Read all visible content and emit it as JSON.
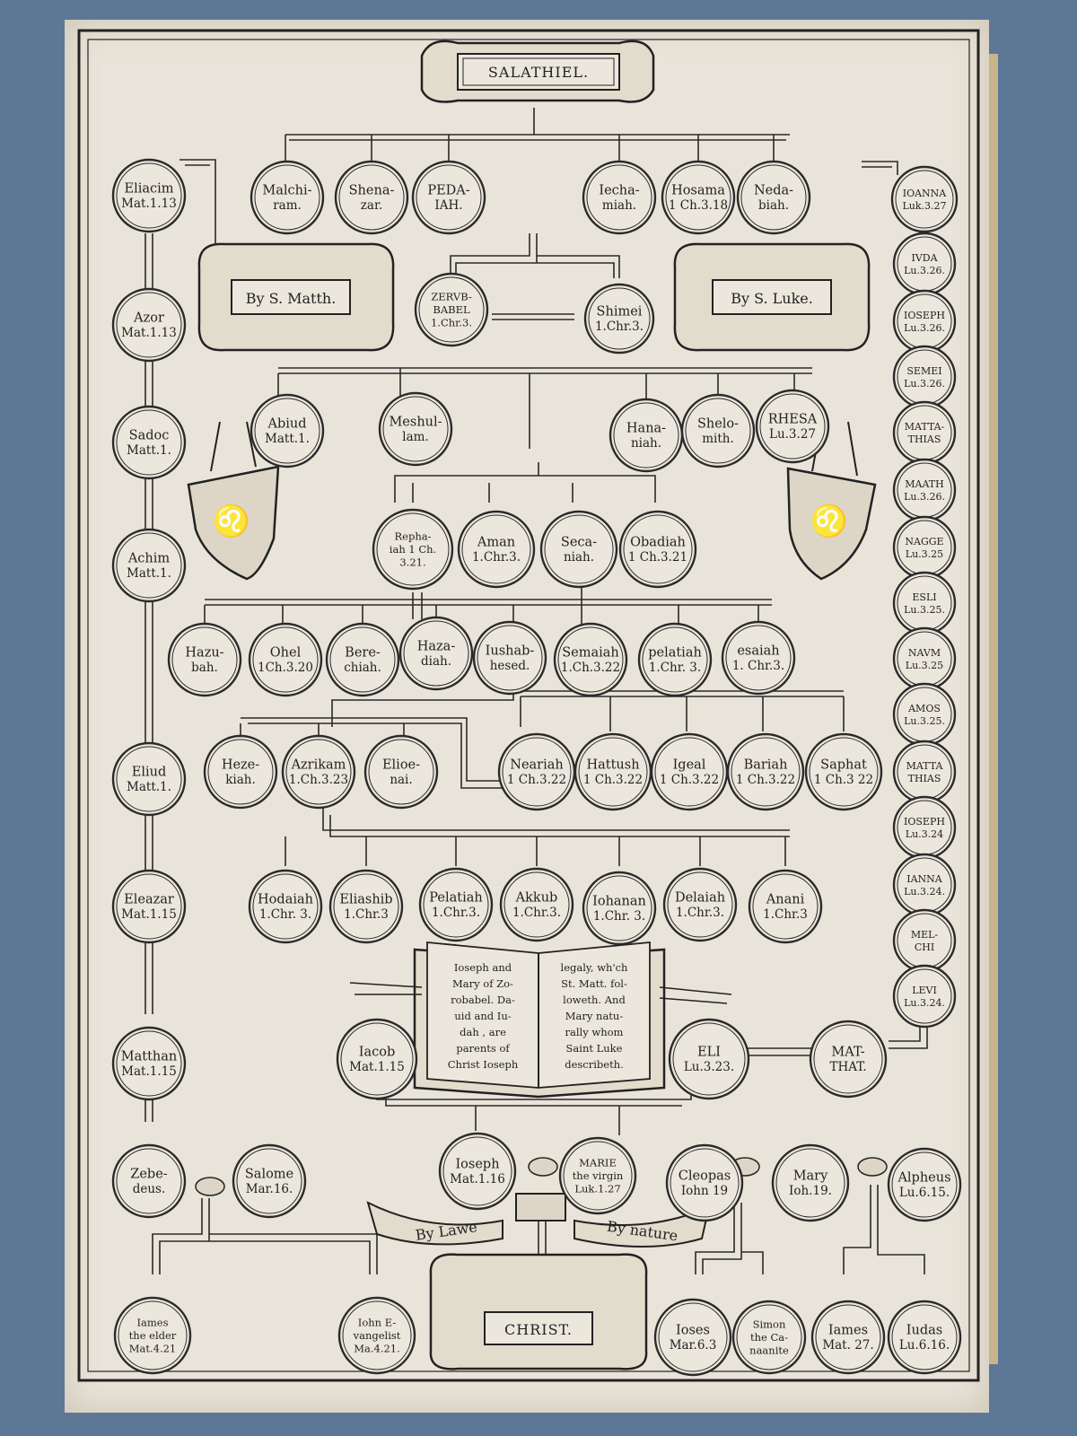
{
  "colors": {
    "background": "#5d7796",
    "paper": "#e9e4d9",
    "ink": "#222222"
  },
  "title_cartouche": "SALATHIEL.",
  "christ_cartouche": "CHRIST.",
  "cartouches": {
    "matthew": "By S. Matth.",
    "luke": "By S. Luke."
  },
  "banner": {
    "left": "By Lawe",
    "right": "By nature"
  },
  "book": {
    "left_page": [
      "Ioseph and",
      "Mary of Zo-",
      "robabel. Da-",
      "uid and Iu-",
      "dah , are",
      "parents of",
      "Christ Ioseph"
    ],
    "right_page": [
      "legaly, wh'ch",
      "St. Matt. fol-",
      "loweth. And",
      "Mary natu-",
      "rally whom",
      "Saint Luke",
      "describeth."
    ]
  },
  "nodes": [
    {
      "id": "eliacim",
      "lines": [
        "Eliacim",
        "Mat.1.13"
      ]
    },
    {
      "id": "malchiram",
      "lines": [
        "Malchi-",
        "ram."
      ]
    },
    {
      "id": "shenazar",
      "lines": [
        "Shena-",
        "zar."
      ]
    },
    {
      "id": "pedaiah",
      "lines": [
        "PEDA-",
        "IAH."
      ]
    },
    {
      "id": "iechamiah",
      "lines": [
        "Iecha-",
        "miah."
      ]
    },
    {
      "id": "hosama",
      "lines": [
        "Hosama",
        "1 Ch.3.18"
      ]
    },
    {
      "id": "nedabiah",
      "lines": [
        "Neda-",
        "biah."
      ]
    },
    {
      "id": "ioanna",
      "lines": [
        "IOANNA",
        "Luk.3.27"
      ]
    },
    {
      "id": "iuda",
      "lines": [
        "IVDA",
        "Lu.3.26."
      ]
    },
    {
      "id": "azor",
      "lines": [
        "Azor",
        "Mat.1.13"
      ]
    },
    {
      "id": "zerubbabel",
      "lines": [
        "ZERVB-",
        "BABEL",
        "1.Chr.3."
      ]
    },
    {
      "id": "shimei",
      "lines": [
        "Shimei",
        "1.Chr.3."
      ]
    },
    {
      "id": "ioseph_lu",
      "lines": [
        "IOSEPH",
        "Lu.3.26."
      ]
    },
    {
      "id": "semei",
      "lines": [
        "SEMEI",
        "Lu.3.26."
      ]
    },
    {
      "id": "sadoc",
      "lines": [
        "Sadoc",
        "Matt.1."
      ]
    },
    {
      "id": "abiud",
      "lines": [
        "Abiud",
        "Matt.1."
      ]
    },
    {
      "id": "meshullam",
      "lines": [
        "Meshul-",
        "lam."
      ]
    },
    {
      "id": "hananiah",
      "lines": [
        "Hana-",
        "niah."
      ]
    },
    {
      "id": "shelomith",
      "lines": [
        "Shelo-",
        "mith."
      ]
    },
    {
      "id": "rhesa",
      "lines": [
        "RHESA",
        "Lu.3.27"
      ]
    },
    {
      "id": "mattathias_1",
      "lines": [
        "MATTA-",
        "THIAS"
      ]
    },
    {
      "id": "maath",
      "lines": [
        "MAATH",
        "Lu.3.26."
      ]
    },
    {
      "id": "rephaiah",
      "lines": [
        "Repha-",
        "iah 1 Ch.",
        "3.21."
      ]
    },
    {
      "id": "aman",
      "lines": [
        "Aman",
        "1.Chr.3."
      ]
    },
    {
      "id": "secaniah",
      "lines": [
        "Seca-",
        "niah."
      ]
    },
    {
      "id": "obadiah",
      "lines": [
        "Obadiah",
        "1 Ch.3.21"
      ]
    },
    {
      "id": "achim",
      "lines": [
        "Achim",
        "Matt.1."
      ]
    },
    {
      "id": "nagge",
      "lines": [
        "NAGGE",
        "Lu.3.25"
      ]
    },
    {
      "id": "esli",
      "lines": [
        "ESLI",
        "Lu.3.25."
      ]
    },
    {
      "id": "hazubah",
      "lines": [
        "Hazu-",
        "bah."
      ]
    },
    {
      "id": "ohel",
      "lines": [
        "Ohel",
        "1Ch.3.20"
      ]
    },
    {
      "id": "berechiah",
      "lines": [
        "Bere-",
        "chiah."
      ]
    },
    {
      "id": "hazadiah",
      "lines": [
        "Haza-",
        "diah."
      ]
    },
    {
      "id": "iushabhesed",
      "lines": [
        "Iushab-",
        "hesed."
      ]
    },
    {
      "id": "semaiah",
      "lines": [
        "Semaiah",
        "1.Ch.3.22"
      ]
    },
    {
      "id": "pelatiah_1",
      "lines": [
        "pelatiah",
        "1.Chr. 3."
      ]
    },
    {
      "id": "esaiah",
      "lines": [
        "esaiah",
        "1. Chr.3."
      ]
    },
    {
      "id": "naum",
      "lines": [
        "NAVM",
        "Lu.3.25"
      ]
    },
    {
      "id": "amos",
      "lines": [
        "AMOS",
        "Lu.3.25."
      ]
    },
    {
      "id": "eliud",
      "lines": [
        "Eliud",
        "Matt.1."
      ]
    },
    {
      "id": "hezekiah",
      "lines": [
        "Heze-",
        "kiah."
      ]
    },
    {
      "id": "azrikam",
      "lines": [
        "Azrikam",
        "1.Ch.3.23"
      ]
    },
    {
      "id": "elioenai",
      "lines": [
        "Elioe-",
        "nai."
      ]
    },
    {
      "id": "neariah",
      "lines": [
        "Neariah",
        "1 Ch.3.22"
      ]
    },
    {
      "id": "hattush",
      "lines": [
        "Hattush",
        "1 Ch.3.22"
      ]
    },
    {
      "id": "igeal",
      "lines": [
        "Igeal",
        "1 Ch.3.22"
      ]
    },
    {
      "id": "bariah",
      "lines": [
        "Bariah",
        "1 Ch.3.22"
      ]
    },
    {
      "id": "saphat",
      "lines": [
        "Saphat",
        "1 Ch.3 22"
      ]
    },
    {
      "id": "mattathias_2",
      "lines": [
        "MATTA",
        "THIAS"
      ]
    },
    {
      "id": "ioseph_lu2",
      "lines": [
        "IOSEPH",
        "Lu.3.24"
      ]
    },
    {
      "id": "eleazar",
      "lines": [
        "Eleazar",
        "Mat.1.15"
      ]
    },
    {
      "id": "hodaiah",
      "lines": [
        "Hodaiah",
        "1.Chr. 3."
      ]
    },
    {
      "id": "eliashib",
      "lines": [
        "Eliashib",
        "1.Chr.3"
      ]
    },
    {
      "id": "pelatiah_2",
      "lines": [
        "Pelatiah",
        "1.Chr.3."
      ]
    },
    {
      "id": "akkub",
      "lines": [
        "Akkub",
        "1.Chr.3."
      ]
    },
    {
      "id": "iohanan",
      "lines": [
        "Iohanan",
        "1.Chr. 3."
      ]
    },
    {
      "id": "delaiah",
      "lines": [
        "Delaiah",
        "1.Chr.3."
      ]
    },
    {
      "id": "anani",
      "lines": [
        "Anani",
        "1.Chr.3"
      ]
    },
    {
      "id": "ianna",
      "lines": [
        "IANNA",
        "Lu.3.24."
      ]
    },
    {
      "id": "melchi",
      "lines": [
        "MEL-",
        "CHI"
      ]
    },
    {
      "id": "levi",
      "lines": [
        "LEVI",
        "Lu.3.24."
      ]
    },
    {
      "id": "matthan",
      "lines": [
        "Matthan",
        "Mat.1.15"
      ]
    },
    {
      "id": "iacob",
      "lines": [
        "Iacob",
        "Mat.1.15"
      ]
    },
    {
      "id": "eli",
      "lines": [
        "ELI",
        "Lu.3.23."
      ]
    },
    {
      "id": "matthat",
      "lines": [
        "MAT-",
        "THAT."
      ]
    },
    {
      "id": "zebedeus",
      "lines": [
        "Zebe-",
        "deus."
      ]
    },
    {
      "id": "salome",
      "lines": [
        "Salome",
        "Mar.16."
      ]
    },
    {
      "id": "ioseph",
      "lines": [
        "Ioseph",
        "Mat.1.16"
      ]
    },
    {
      "id": "marie",
      "lines": [
        "MARIE",
        "the virgin",
        "Luk.1.27"
      ]
    },
    {
      "id": "cleopas",
      "lines": [
        "Cleopas",
        "Iohn 19"
      ]
    },
    {
      "id": "mary",
      "lines": [
        "Mary",
        "Ioh.19."
      ]
    },
    {
      "id": "alpheus",
      "lines": [
        "Alpheus",
        "Lu.6.15."
      ]
    },
    {
      "id": "iames_elder",
      "lines": [
        "Iames",
        "the elder",
        "Mat.4.21"
      ]
    },
    {
      "id": "iohn",
      "lines": [
        "Iohn E-",
        "vangelist",
        "Ma.4.21."
      ]
    },
    {
      "id": "ioses",
      "lines": [
        "Ioses",
        "Mar.6.3"
      ]
    },
    {
      "id": "simon",
      "lines": [
        "Simon",
        "the Ca-",
        "naanite"
      ]
    },
    {
      "id": "iames",
      "lines": [
        "Iames",
        "Mat. 27."
      ]
    },
    {
      "id": "iudas",
      "lines": [
        "Iudas",
        "Lu.6.16."
      ]
    }
  ]
}
